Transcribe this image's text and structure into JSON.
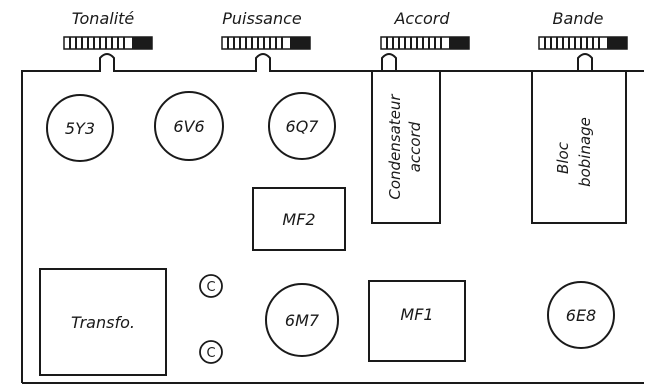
{
  "knobs": [
    {
      "label": "Tonalité"
    },
    {
      "label": "Puissance"
    },
    {
      "label": "Accord"
    },
    {
      "label": "Bande"
    }
  ],
  "tubes": [
    {
      "label": "5Y3"
    },
    {
      "label": "6V6"
    },
    {
      "label": "6Q7"
    },
    {
      "label": "6M7"
    },
    {
      "label": "6E8"
    }
  ],
  "boxes": {
    "condensateur_line1": "Condensateur",
    "condensateur_line2": "accord",
    "bloc_line1": "Bloc",
    "bloc_line2": "bobinage",
    "mf2": "MF2",
    "mf1": "MF1",
    "transfo": "Transfo."
  },
  "capacitors": [
    {
      "label": "C"
    },
    {
      "label": "C"
    }
  ]
}
